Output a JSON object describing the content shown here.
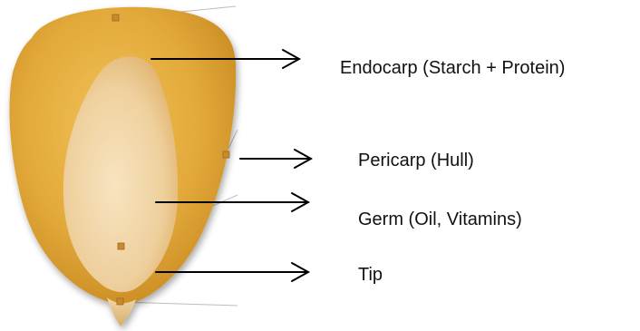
{
  "diagram": {
    "labels": {
      "endocarp": "Endocarp (Starch + Protein)",
      "pericarp": "Pericarp (Hull)",
      "germ": "Germ (Oil, Vitamins)",
      "tip": "Tip"
    }
  },
  "colors": {
    "kernel_outer": "#d9a02c",
    "kernel_edge": "#c8891e",
    "germ_light": "#f3dcb2",
    "tip": "#e9cf9f",
    "marker": "#c98a2c",
    "arrow": "#000000",
    "leader_line": "#bbbbbb"
  }
}
